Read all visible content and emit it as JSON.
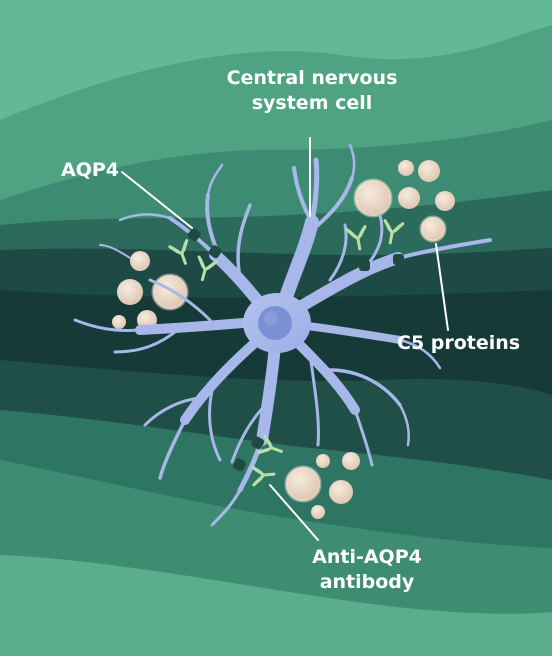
{
  "labels": {
    "cns_cell_line1": "Central nervous",
    "cns_cell_line2": "system cell",
    "aqp4": "AQP4",
    "c5_proteins": "C5 proteins",
    "anti_aqp4_line1": "Anti-AQP4",
    "anti_aqp4_line2": "antibody"
  },
  "colors": {
    "background_light": "#5fb592",
    "band_mid": "#3b8a70",
    "band_dark": "#1d4a44",
    "band_darkest": "#163a38",
    "cell": "#a7b7ea",
    "nucleus": "#7b8fd4",
    "aqp4_marker": "#1e4a44",
    "c5_protein": "#ead8c6",
    "antibody": "#b6e0a6",
    "label_text": "#ffffff"
  }
}
